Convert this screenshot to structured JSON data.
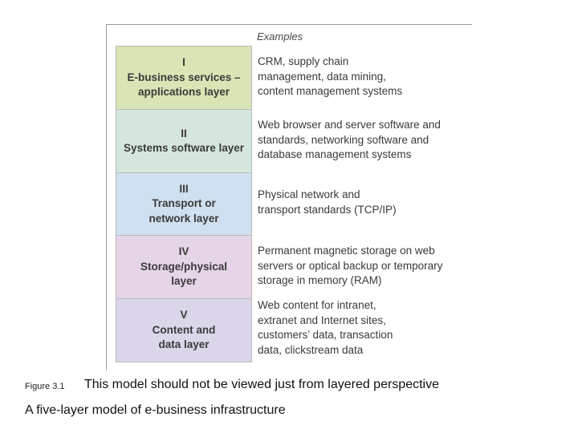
{
  "figure": {
    "examples_heading": "Examples",
    "layers": [
      {
        "numeral": "I",
        "name_lines": [
          "E-business services –",
          "applications layer"
        ],
        "fill": "#d9e5b5",
        "examples": [
          "CRM, supply chain",
          "management, data mining,",
          "content management systems"
        ]
      },
      {
        "numeral": "II",
        "name_lines": [
          "Systems software layer"
        ],
        "fill": "#d5e7dc",
        "examples": [
          "Web browser and server software and",
          "standards, networking software and",
          "database management systems"
        ]
      },
      {
        "numeral": "III",
        "name_lines": [
          "Transport or",
          "network layer"
        ],
        "fill": "#cfe0f0",
        "examples": [
          "Physical network and",
          "transport standards (TCP/IP)"
        ]
      },
      {
        "numeral": "IV",
        "name_lines": [
          "Storage/physical",
          "layer"
        ],
        "fill": "#e6d5e6",
        "examples": [
          "Permanent magnetic storage on web",
          "servers or optical backup or temporary",
          "storage in memory (RAM)"
        ]
      },
      {
        "numeral": "V",
        "name_lines": [
          "Content and",
          "data layer"
        ],
        "fill": "#dbd6ea",
        "examples": [
          "Web content for intranet,",
          "extranet and Internet sites,",
          "customers’ data, transaction",
          "data, clickstream data"
        ]
      }
    ]
  },
  "caption": {
    "label": "Figure 3.1",
    "text": "This model should not be viewed just from layered perspective",
    "title": "A five-layer model of e-business infrastructure"
  }
}
